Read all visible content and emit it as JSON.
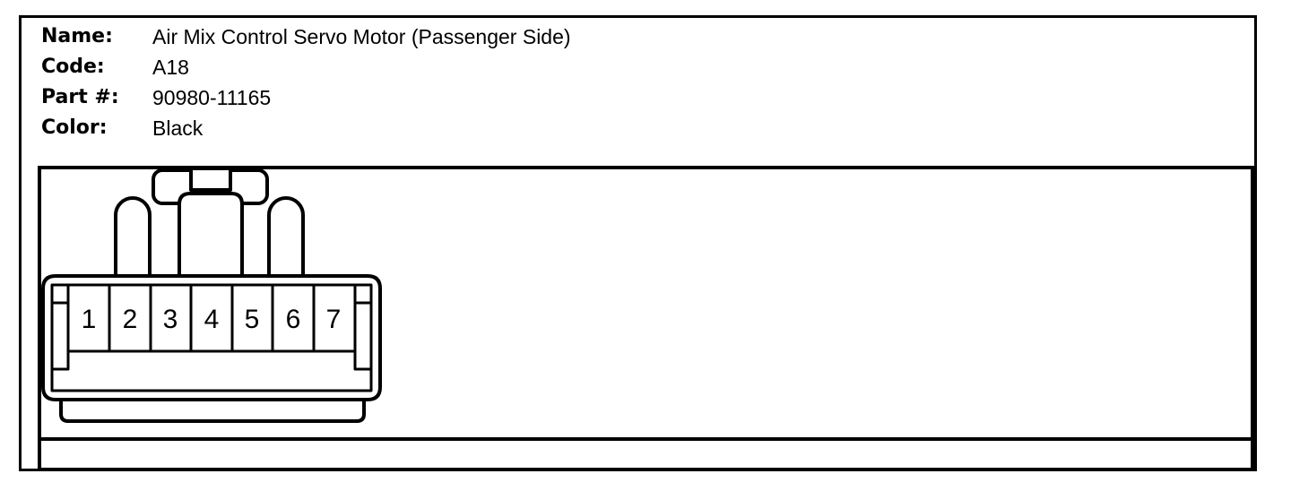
{
  "header": {
    "name_label": "Name:",
    "name_value": "Air Mix Control Servo Motor (Passenger Side)",
    "code_label": "Code:",
    "code_value": "A18",
    "part_label": "Part #:",
    "part_value": "90980-11165",
    "color_label": "Color:",
    "color_value": "Black"
  },
  "connector": {
    "pins": [
      "1",
      "2",
      "3",
      "4",
      "5",
      "6",
      "7"
    ]
  }
}
